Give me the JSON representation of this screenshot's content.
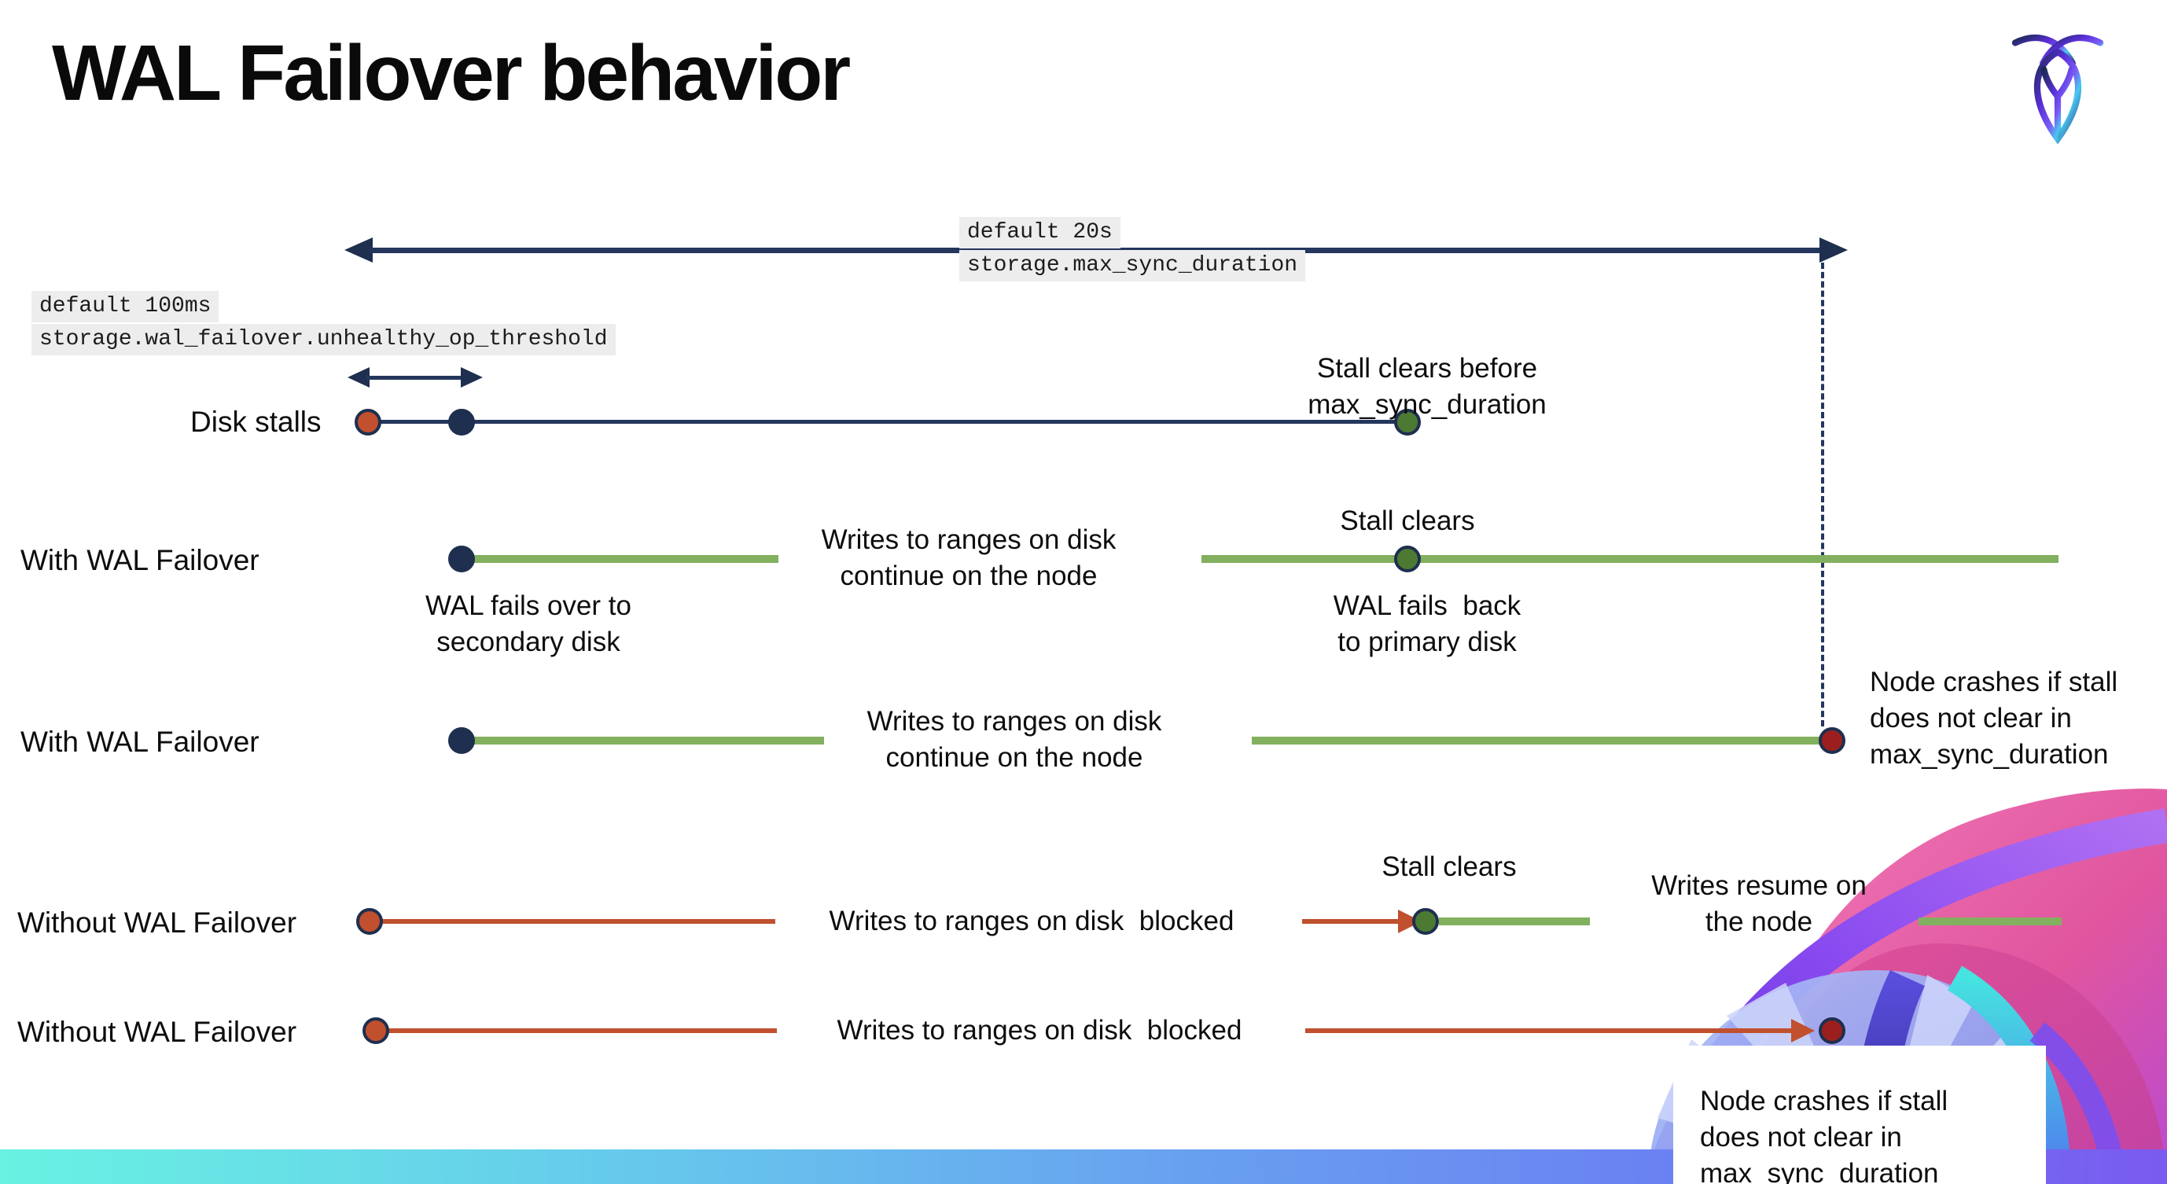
{
  "title": "WAL Failover behavior",
  "logo": {
    "name": "cockroach-labs-logo"
  },
  "settings": {
    "max_sync_duration": {
      "default_label": "default 20s",
      "setting_name": "storage.max_sync_duration"
    },
    "unhealthy_op_threshold": {
      "default_label": "default 100ms",
      "setting_name": "storage.wal_failover.unhealthy_op_threshold"
    }
  },
  "rows": {
    "disk_stalls": {
      "label": "Disk stalls",
      "stall_clears_note": "Stall clears before\nmax_sync_duration"
    },
    "with_wal_failover_clears": {
      "label": "With WAL Failover",
      "failover_note": "WAL fails over to\nsecondary disk",
      "writes_note": "Writes to ranges on disk\ncontinue on the node",
      "stall_clears_note": "Stall clears",
      "failback_note": "WAL fails  back\nto primary disk"
    },
    "with_wal_failover_crash": {
      "label": "With WAL Failover",
      "writes_note": "Writes to ranges on disk\ncontinue on the node",
      "crash_note": "Node crashes if stall\ndoes not clear in\nmax_sync_duration"
    },
    "without_wal_failover_clears": {
      "label": "Without WAL Failover",
      "writes_note": "Writes to ranges on disk  blocked",
      "stall_clears_note": "Stall clears",
      "resume_note": "Writes resume on\nthe node"
    },
    "without_wal_failover_crash": {
      "label": "Without WAL Failover",
      "writes_note": "Writes to ranges on disk  blocked",
      "crash_note": "Node crashes if stall\ndoes not clear in\nmax_sync_duration"
    }
  },
  "colors": {
    "navy": "#1e2f4f",
    "green_line": "#82b05f",
    "green_dot": "#4d7a33",
    "red_line": "#c0502e",
    "red_dot": "#c0502e",
    "dark_red_dot": "#9b1f1f",
    "setting_label_bg": "#ededed",
    "footer_gradient_left": "#68f2e2",
    "footer_gradient_right": "#7a5af0"
  }
}
